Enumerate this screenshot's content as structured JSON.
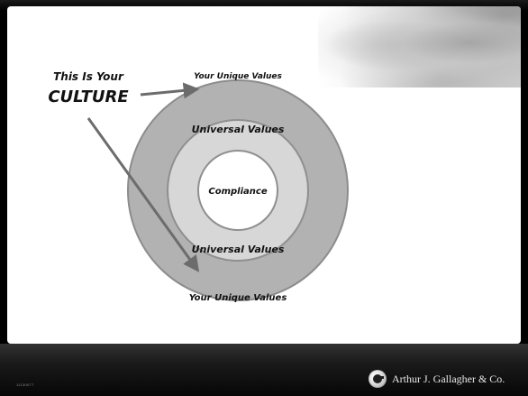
{
  "diagram": {
    "title_line1": "This Is Your",
    "title_line2": "CULTURE",
    "outer_label_top": "Your Unique Values",
    "middle_label_top": "Universal Values",
    "center_label": "Compliance",
    "middle_label_bottom": "Universal Values",
    "outer_label_bottom": "Your Unique Values"
  },
  "footer": {
    "code": "11130077",
    "company": "Arthur J. Gallagher & Co."
  },
  "colors": {
    "outer_ring": "#b2b2b2",
    "middle_ring": "#d7d7d7",
    "center_circle": "#ffffff",
    "arrow": "#6c6c6c"
  }
}
